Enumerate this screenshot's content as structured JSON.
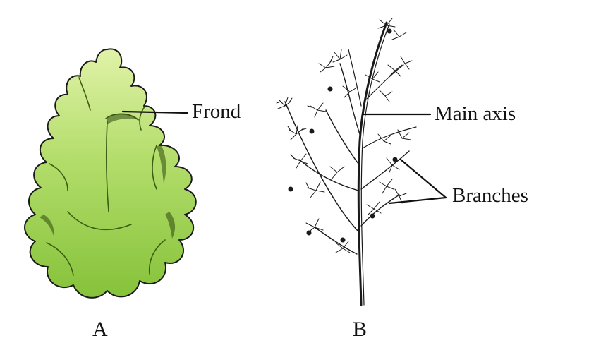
{
  "labels": {
    "frond": "Frond",
    "main_axis": "Main axis",
    "branches": "Branches",
    "panel_a": "A",
    "panel_b": "B"
  },
  "colors": {
    "thallus_light": "#d9ef9a",
    "thallus_mid": "#a6d85a",
    "thallus_dark": "#76b82e",
    "outline": "#1a1a1a",
    "leader": "#111111"
  },
  "icons": {
    "panel_a": "ulva-sea-lettuce-illustration",
    "panel_b": "branched-alga-illustration"
  }
}
